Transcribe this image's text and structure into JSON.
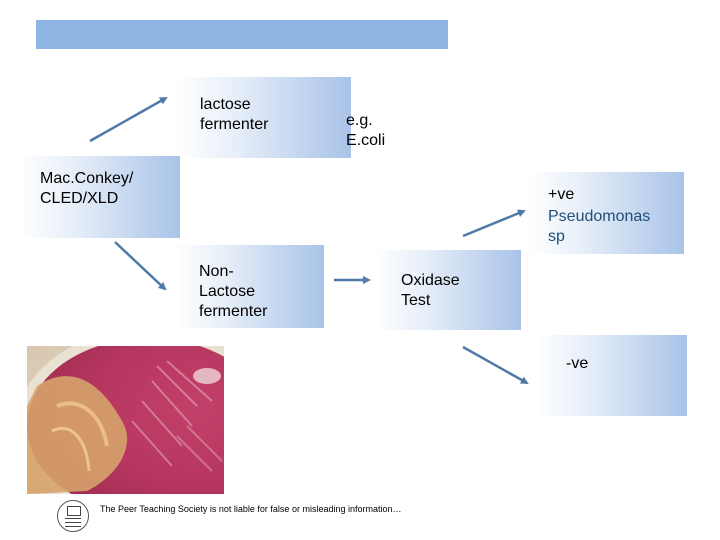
{
  "header": {
    "banner_color": "#8db4e2"
  },
  "nodes": {
    "lactose_fermenter": "lactose\nfermenter",
    "ecoli": "e.g.\nE.coli",
    "maconkey": "Mac.Conkey/\nCLED/XLD",
    "positive": "+ve",
    "pseudomonas": "Pseudomonas\nsp",
    "non_lactose": "Non-\nLactose\nfermenter",
    "oxidase": "Oxidase\nTest",
    "negative": "-ve"
  },
  "colors": {
    "box_gradient_end": "#a9c3e8",
    "arrow": "#4f7aa6",
    "pseudomonas_text": "#1f4e79"
  },
  "photo": {
    "subject": "agar-plate-culture"
  },
  "footer": {
    "disclaimer": "The Peer Teaching Society is not liable for false or misleading information…"
  }
}
